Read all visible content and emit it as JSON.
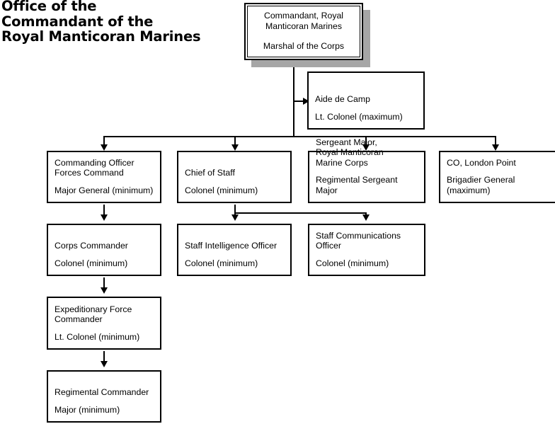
{
  "title": "Office of the\nCommandant of the\nRoyal Manticoran Marines",
  "nodes": {
    "commandant": {
      "role": "Commandant, Royal\nManticoran Marines",
      "rank": "Marshal of the Corps"
    },
    "aide": {
      "role": "Aide de Camp",
      "rank": "Lt. Colonel (maximum)"
    },
    "co_forces_command": {
      "role": "Commanding Officer\nForces Command",
      "rank": "Major General (minimum)"
    },
    "chief_of_staff": {
      "role": "Chief of Staff",
      "rank": "Colonel (minimum)"
    },
    "sergeant_major": {
      "role": "Sergeant Major,\nRoyal Manticoran\nMarine Corps",
      "rank": "Regimental Sergeant Major"
    },
    "co_london_point": {
      "role": "CO, London Point",
      "rank": "Brigadier General (maximum)"
    },
    "corps_commander": {
      "role": "Corps Commander",
      "rank": "Colonel (minimum)"
    },
    "staff_intelligence_officer": {
      "role": "Staff Intelligence Officer",
      "rank": "Colonel (minimum)"
    },
    "staff_communications_officer": {
      "role": "Staff Communications\nOfficer",
      "rank": "Colonel (minimum)"
    },
    "expeditionary_force_commander": {
      "role": "Expeditionary Force\nCommander",
      "rank": "Lt. Colonel (minimum)"
    },
    "regimental_commander": {
      "role": "Regimental Commander",
      "rank": "Major (minimum)"
    }
  },
  "colors": {
    "line": "#000000",
    "box_fill": "#ffffff",
    "shadow": "#a6a6a6",
    "text": "#000000"
  }
}
